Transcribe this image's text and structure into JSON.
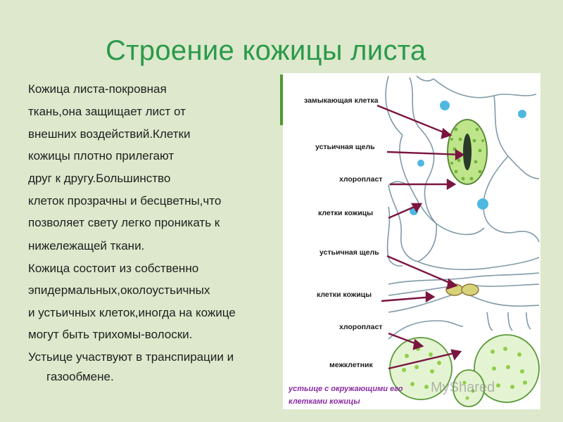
{
  "slide": {
    "title": "Строение кожицы листа",
    "text_lines": [
      "Кожица листа-покровная",
      "ткань,она защищает лист от",
      "внешних воздействий.Клетки",
      "кожицы плотно прилегают",
      " друг к другу.Большинство",
      "клеток  прозрачны и бесцветны,что",
      "позволяет   свету легко проникать к",
      "нижележащей ткани.",
      "Кожица состоит из собственно",
      "эпидермальных,околоустьичных",
      "и устьичных клеток,иногда на кожице",
      "могут быть трихомы-волоски.",
      "Устьице участвуют в транспирации и",
      "газообмене."
    ]
  },
  "diagram": {
    "top_labels": [
      "замыкающая клетка",
      "устьичная щель",
      "хлоропласт",
      "клетки кожицы"
    ],
    "bottom_labels": [
      "устьичная щель",
      "клетки кожицы",
      "хлоропласт",
      "межклетник"
    ],
    "caption": [
      "устьице с окружающими его",
      "клетками кожицы"
    ]
  },
  "watermark": "MyShared",
  "colors": {
    "background": "#dde8cc",
    "title": "#2a9a4a",
    "arrow": "#7a1540",
    "chloroplast": "#8fcf4a",
    "nucleus": "#4fb8e0",
    "caption": "#8a2aa0"
  }
}
